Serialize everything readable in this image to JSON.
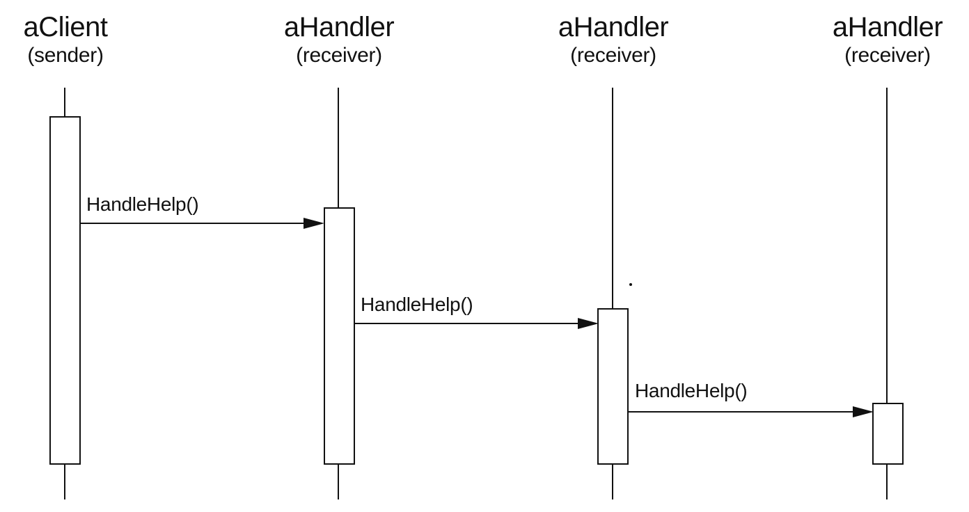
{
  "participants": [
    {
      "name": "aClient",
      "role": "(sender)"
    },
    {
      "name": "aHandler",
      "role": "(receiver)"
    },
    {
      "name": "aHandler",
      "role": "(receiver)"
    },
    {
      "name": "aHandler",
      "role": "(receiver)"
    }
  ],
  "messages": [
    {
      "label": "HandleHelp()",
      "from": 0,
      "to": 1
    },
    {
      "label": "HandleHelp()",
      "from": 1,
      "to": 2
    },
    {
      "label": "HandleHelp()",
      "from": 2,
      "to": 3
    }
  ],
  "colors": {
    "line": "#111111",
    "background": "#ffffff"
  }
}
